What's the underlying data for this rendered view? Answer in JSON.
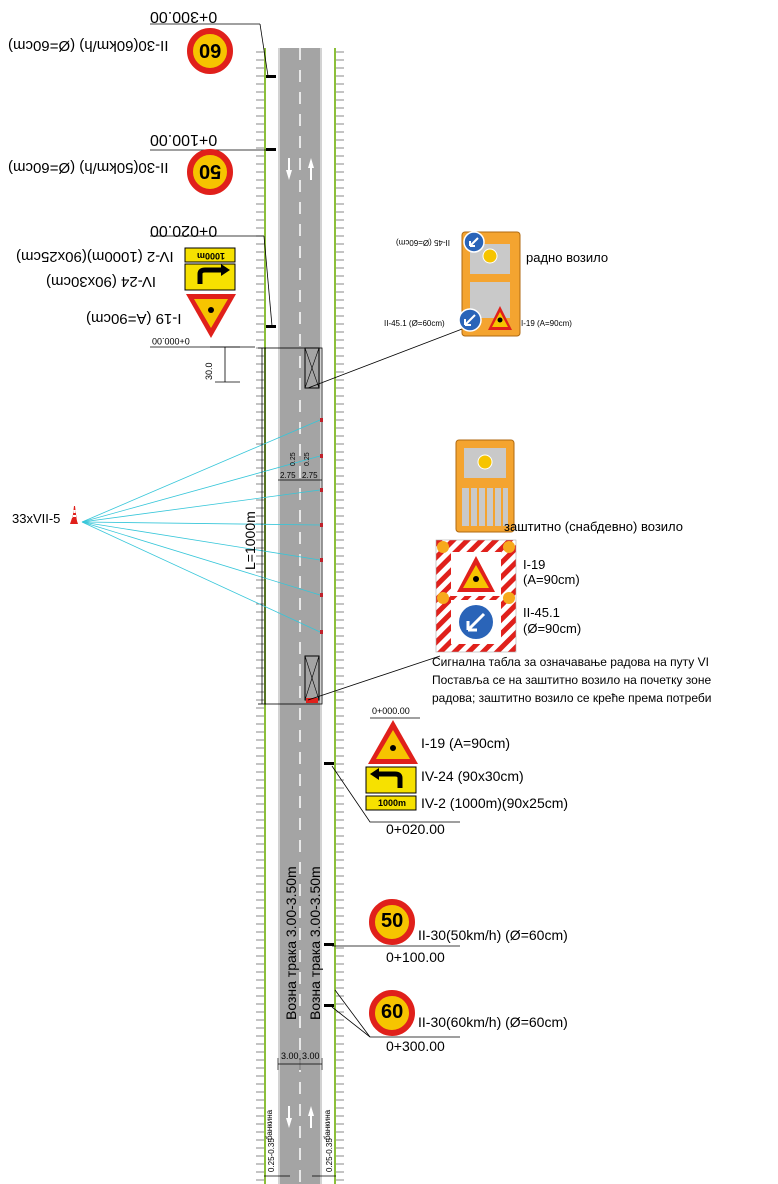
{
  "road": {
    "lane_label": "Возна трака 3.00-3.50m",
    "shoulder_label": "банкина",
    "shoulder_width": "0.25-0.35",
    "lane_width": "3.00",
    "length_label": "L=1000m",
    "offset_30": "30.0",
    "dim_250_275": "2.75",
    "dim_025": "0.25"
  },
  "cones": {
    "label": "33xVII-5"
  },
  "upper_signs": [
    {
      "sign_value": "60",
      "code": "II-30(60km/h) (Ø=60cm)",
      "chainage": "0+300.00"
    },
    {
      "sign_value": "50",
      "code": "II-30(50km/h) (Ø=60cm)",
      "chainage": "0+100.00"
    },
    {
      "chainage": "0+020.00",
      "code_iv2": "IV-2 (1000m)(90x25cm)",
      "code_iv24": "IV-24 (90x30cm)",
      "code_i19": "I-19 (A=90cm)",
      "plate_text": "1000m"
    },
    {
      "chainage": "0+000.00"
    }
  ],
  "work_vehicle": {
    "label": "радно возило",
    "sign_top": "II-45 (Ø=60cm)",
    "sign_left": "II-45.1 (Ø=60cm)",
    "sign_right": "I-19 (A=90cm)"
  },
  "protection_vehicle": {
    "label": "заштитно (снабдевно) возило",
    "sign1_code": "I-19",
    "sign1_size": "(A=90cm)",
    "sign2_code": "II-45.1",
    "sign2_size": "(Ø=90cm)",
    "note_1": "Сигнална табла за означавање радова на путу  VI",
    "note_2": "Поставља се на заштитно возило на почетку зоне",
    "note_3": "радова; заштитно возило се креће према потреби"
  },
  "lower_signs": {
    "chainage_0": "0+000.00",
    "i19": "I-19 (A=90cm)",
    "iv24": "IV-24 (90x30cm)",
    "iv2": "IV-2 (1000m)(90x25cm)",
    "plate_text": "1000m",
    "chainage_20": "0+020.00",
    "sign50_value": "50",
    "sign50_code": "II-30(50km/h) (Ø=60cm)",
    "chainage_100": "0+100.00",
    "sign60_value": "60",
    "sign60_code": "II-30(60km/h) (Ø=60cm)",
    "chainage_300": "0+300.00"
  }
}
